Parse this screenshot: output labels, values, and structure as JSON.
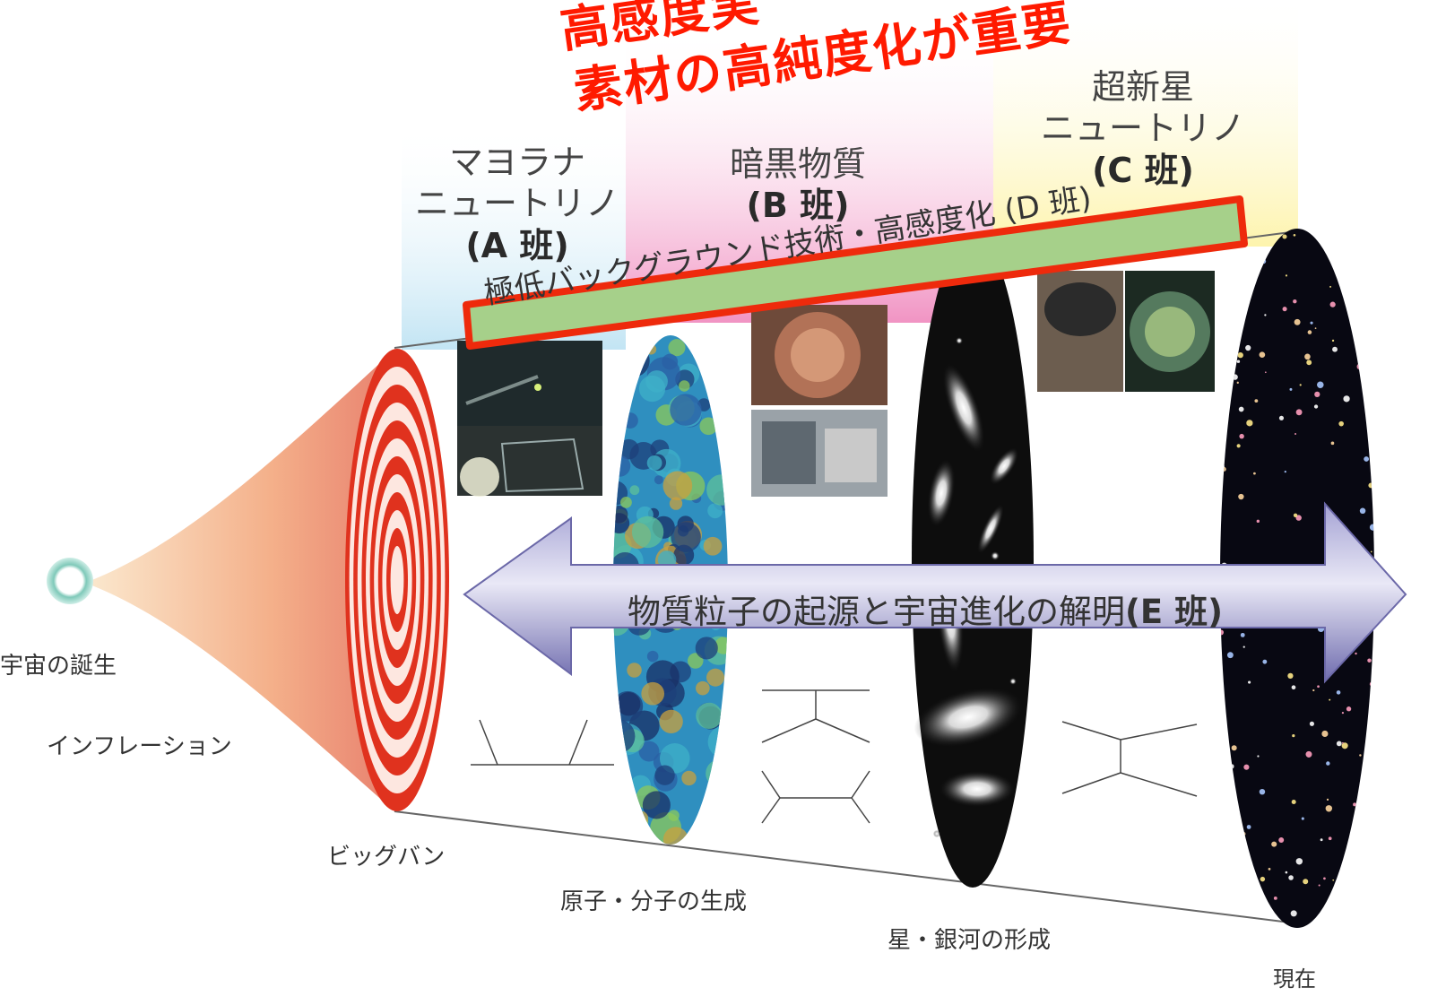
{
  "title": {
    "line1": "高感度実",
    "line2": "素材の高純度化が重要",
    "color": "#ff1a00"
  },
  "groups": [
    {
      "id": "A",
      "lines": [
        "マヨラナ",
        "ニュートリノ"
      ],
      "code": "(A 班)",
      "tint": "#bfe3f3"
    },
    {
      "id": "B",
      "lines": [
        "暗黒物質"
      ],
      "code": "(B 班)",
      "tint": "#f08ec0"
    },
    {
      "id": "C",
      "lines": [
        "超新星",
        "ニュートリノ"
      ],
      "code": "(C 班)",
      "tint": "#fdf3a8"
    }
  ],
  "band": {
    "text": "極低バックグラウンド技術・高感度化 (D 班)",
    "fill": "#a6d08a",
    "border": "#ee2a0c"
  },
  "arrow": {
    "text": "物質粒子の起源と宇宙進化の解明",
    "code": "(E 班)",
    "fill": "#7b78b6"
  },
  "timeline": {
    "birth": "宇宙の誕生",
    "inflation": "インフレーション",
    "bigbang": "ビッグバン",
    "atoms": "原子・分子の生成",
    "galaxies": "星・銀河の形成",
    "present": "現在"
  },
  "colors": {
    "cone_start": "#f7dbb5",
    "cone_end": "#e8806e",
    "bigbang_ring": "#e0321e",
    "cmb_base": "#2f8fbf",
    "galaxy_bg": "#0d0d0d"
  }
}
